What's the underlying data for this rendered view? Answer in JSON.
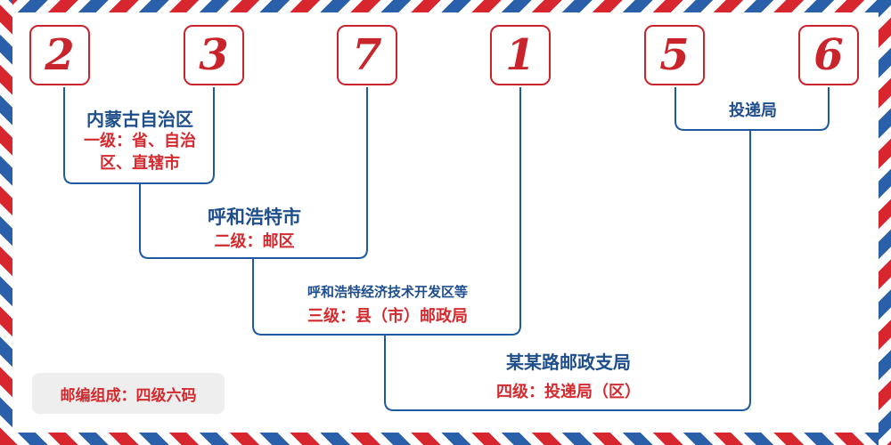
{
  "postal_code": {
    "digits": [
      "2",
      "3",
      "7",
      "1",
      "5",
      "6"
    ]
  },
  "levels": [
    {
      "name": "内蒙古自治区",
      "description": "一级：省、自治区、直辖市"
    },
    {
      "name": "呼和浩特市",
      "description": "二级：邮区"
    },
    {
      "name": "呼和浩特经济技术开发区等",
      "description": "三级：县（市）邮政局"
    },
    {
      "name": "某某路邮政支局",
      "description": "四级：投递局（区）"
    }
  ],
  "delivery": {
    "name": "投递局"
  },
  "legend": {
    "text": "邮编组成：四级六码"
  },
  "colors": {
    "red": "#c9242b",
    "blue": "#1f4e8c",
    "stripe_red": "#d8262f",
    "stripe_blue": "#2a5fa9"
  }
}
